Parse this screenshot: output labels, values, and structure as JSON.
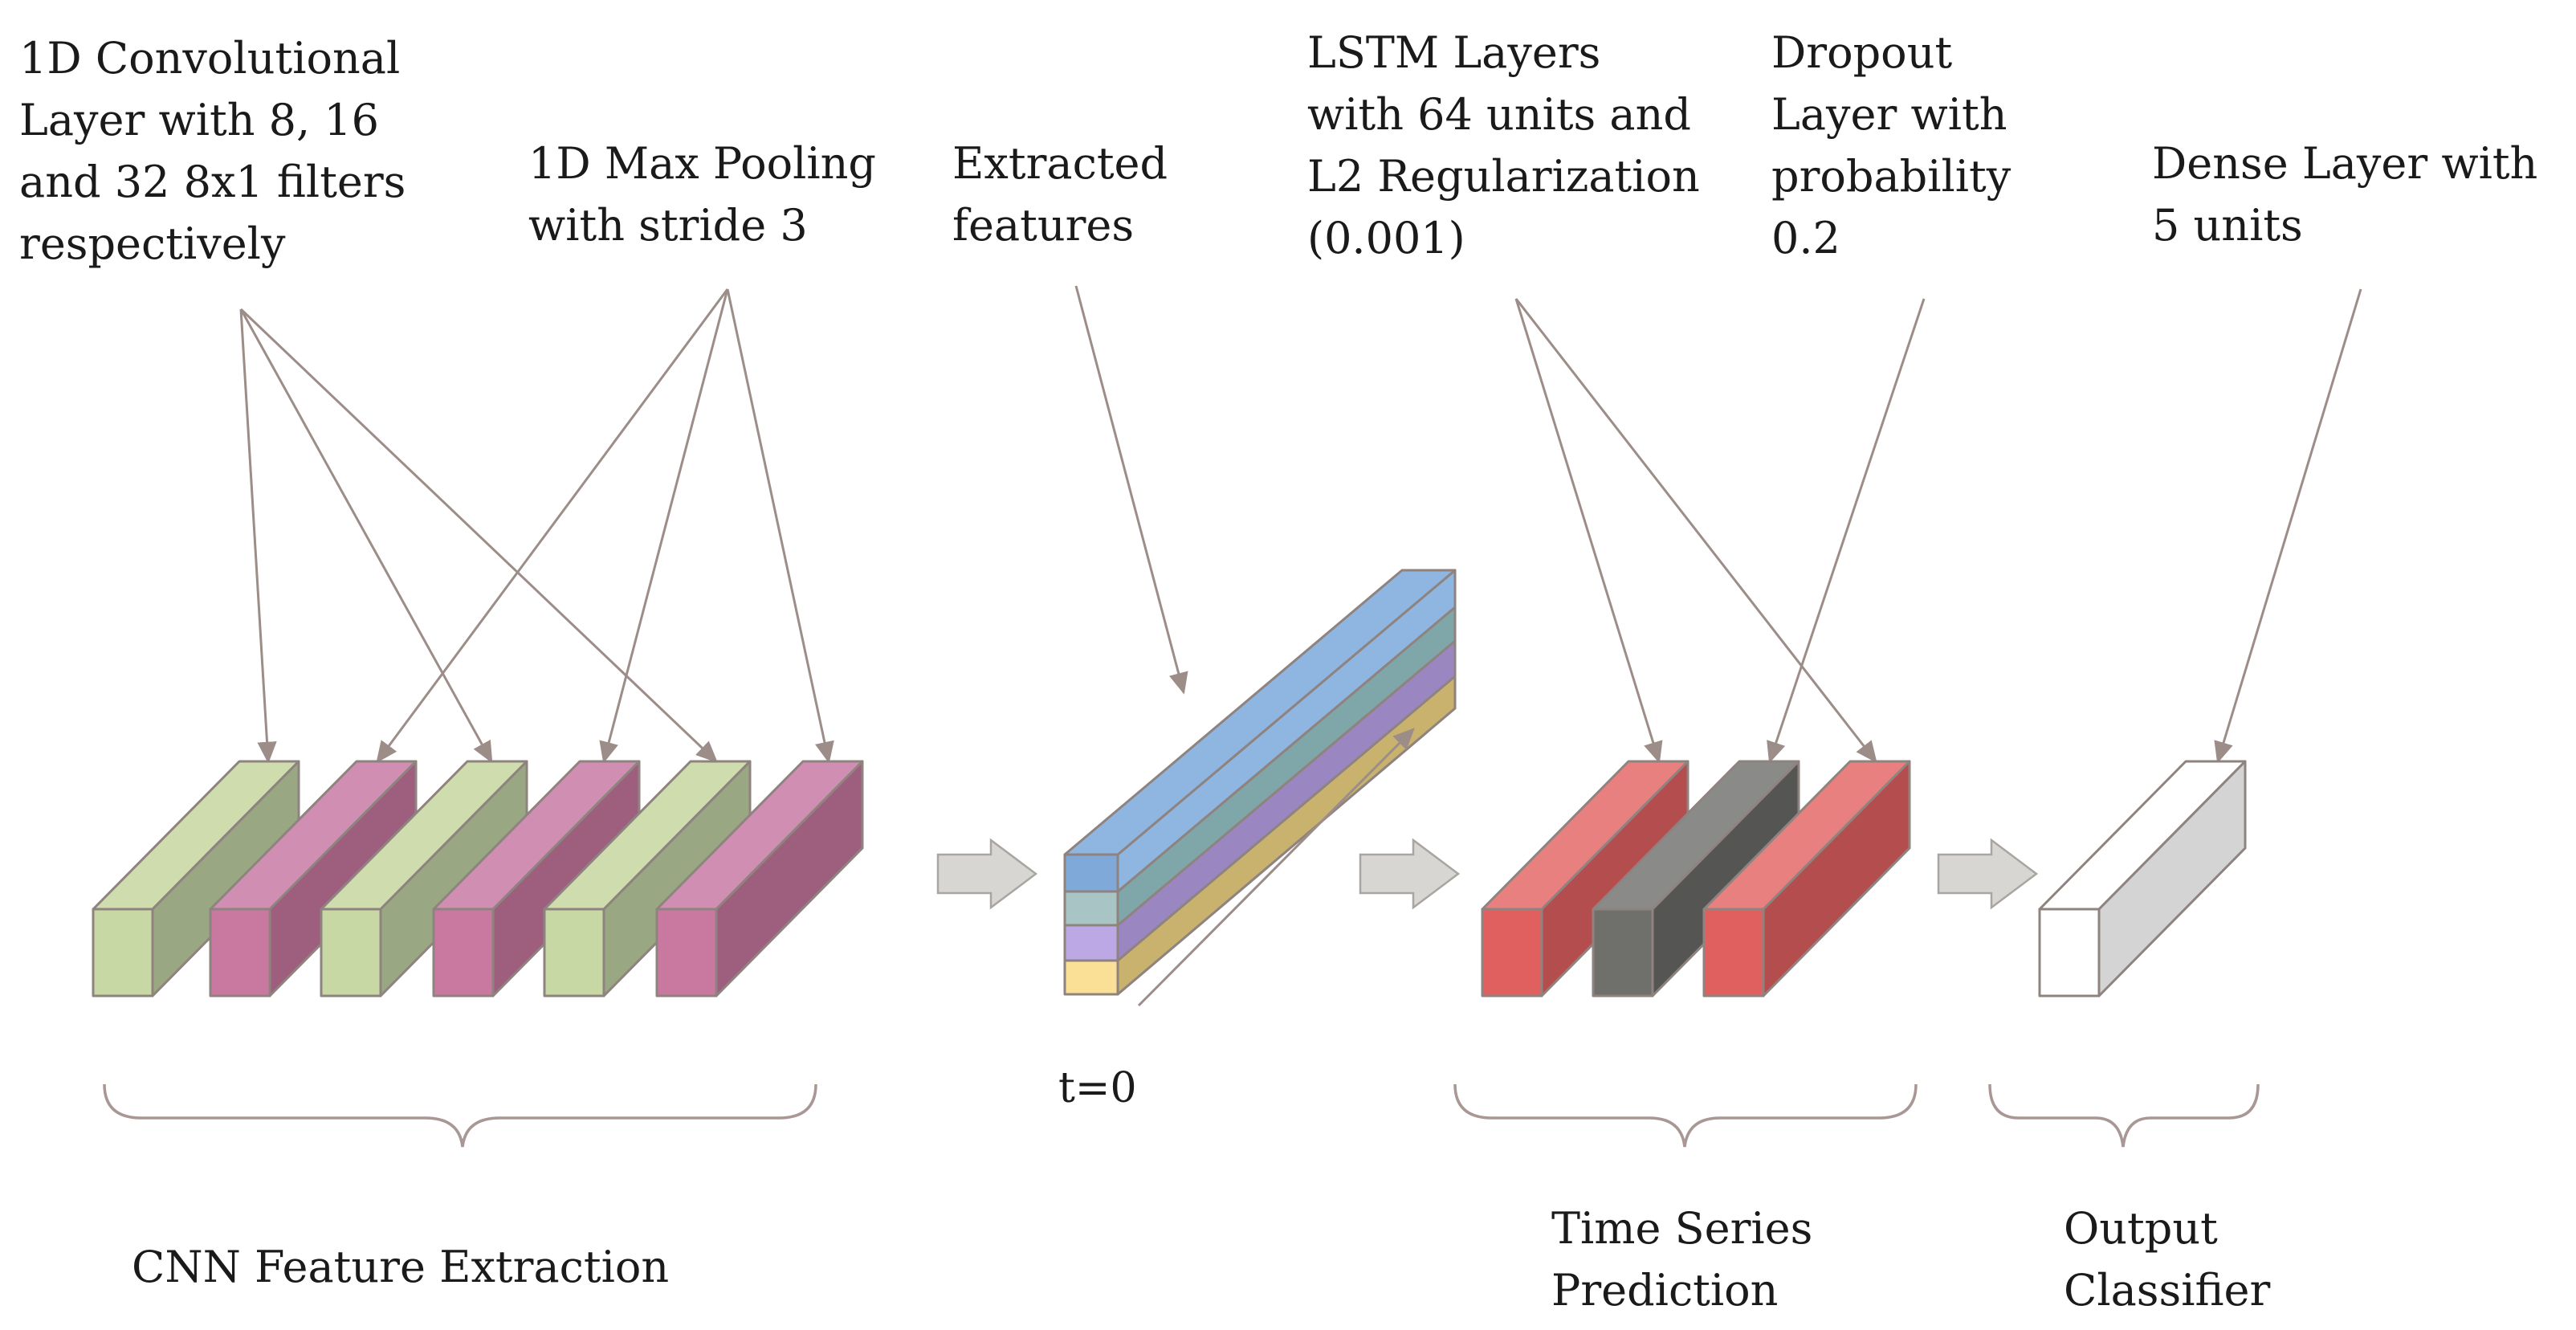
{
  "annotations": {
    "conv": [
      "1D Convolutional",
      "Layer with 8, 16",
      "and 32 8x1 filters",
      "respectively"
    ],
    "pool": [
      "1D Max Pooling",
      "with stride 3"
    ],
    "features": [
      "Extracted",
      "features"
    ],
    "lstm": [
      "LSTM Layers",
      "with 64 units and",
      "L2 Regularization",
      "(0.001)"
    ],
    "dropout": [
      "Dropout",
      "Layer with",
      "probability",
      "0.2"
    ],
    "dense": [
      "Dense Layer with",
      "5 units"
    ]
  },
  "time_label": "t=0",
  "stages": {
    "cnn": [
      "CNN Feature Extraction"
    ],
    "time_series": [
      "Time Series",
      "Prediction"
    ],
    "output": [
      "Output",
      "Classifier"
    ]
  },
  "colors": {
    "conv_front": "#c8d8a4",
    "conv_top": "#cfdcae",
    "conv_side": "#9aa783",
    "pool_front": "#c978a0",
    "pool_top": "#d08fb2",
    "pool_side": "#9e5f7e",
    "feature_blue": "#8fb6e0",
    "feature_teal": "#7fa6a8",
    "feature_purple": "#a88fd0",
    "feature_yellow": "#f9e096",
    "feature_side_gold": "#c8b26e",
    "lstm_front": "#e06060",
    "lstm_top": "#e88080",
    "lstm_side": "#b44e4e",
    "dropout_front": "#6f706c",
    "dropout_top": "#8a8b88",
    "dropout_side": "#555653",
    "dense_front": "#ffffff",
    "dense_side": "#d4d4d4",
    "arrow_fill": "#d8d6d2",
    "edge": "#9c8d88"
  }
}
